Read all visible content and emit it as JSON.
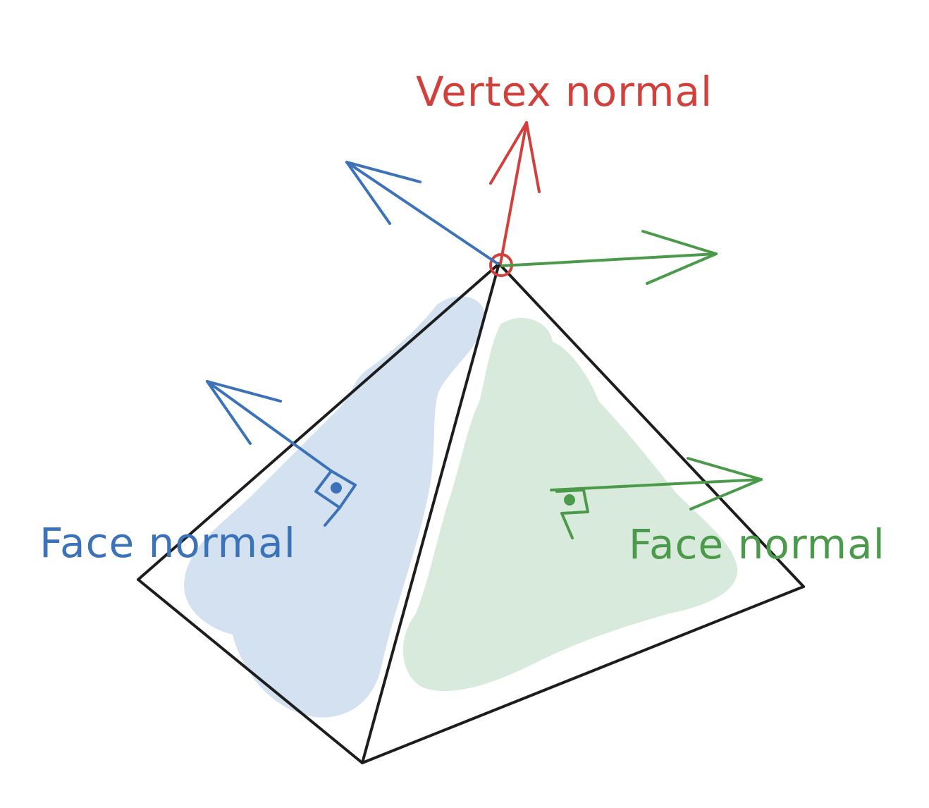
{
  "labels": {
    "vertex_normal": "Vertex normal",
    "face_normal_left": "Face normal",
    "face_normal_right": "Face normal"
  },
  "colors": {
    "vertex": "#d2403b",
    "face_left": "#3b72ba",
    "face_right": "#4b9a4b",
    "fill_left": "#d4e1f0",
    "fill_right": "#d8eadb",
    "outline": "#1d1d1d"
  }
}
